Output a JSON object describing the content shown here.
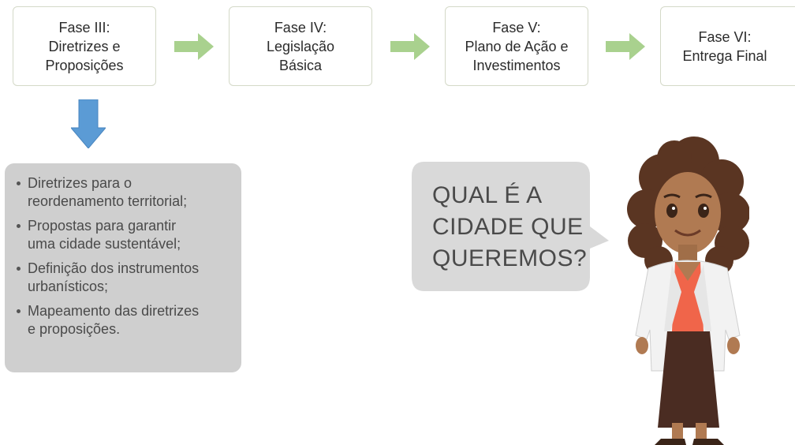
{
  "phases": [
    {
      "lines": [
        "Fase III:",
        "Diretrizes e",
        "Proposições"
      ]
    },
    {
      "lines": [
        "Fase IV:",
        "Legislação",
        "Básica"
      ]
    },
    {
      "lines": [
        "Fase V:",
        "Plano de Ação e",
        "Investimentos"
      ]
    },
    {
      "lines": [
        "Fase VI:",
        "Entrega Final"
      ]
    }
  ],
  "bullets": [
    {
      "lines": [
        "Diretrizes para o",
        "reordenamento territorial;"
      ]
    },
    {
      "lines": [
        "Propostas para garantir",
        "uma cidade sustentável;"
      ]
    },
    {
      "lines": [
        "Definição dos instrumentos",
        "urbanísticos;"
      ]
    },
    {
      "lines": [
        "Mapeamento das diretrizes",
        "e proposições."
      ]
    }
  ],
  "speech": {
    "lines": [
      "QUAL É A",
      "CIDADE QUE",
      "QUEREMOS?"
    ]
  },
  "colors": {
    "arrow_right": "#a9d18e",
    "arrow_down": "#5b9bd5",
    "bullet_box": "#cfcfcf",
    "bubble": "#d9d9d9",
    "blouse": "#f0654a",
    "skirt": "#4a2c22",
    "hair": "#5a3522",
    "skin": "#b07a52"
  }
}
